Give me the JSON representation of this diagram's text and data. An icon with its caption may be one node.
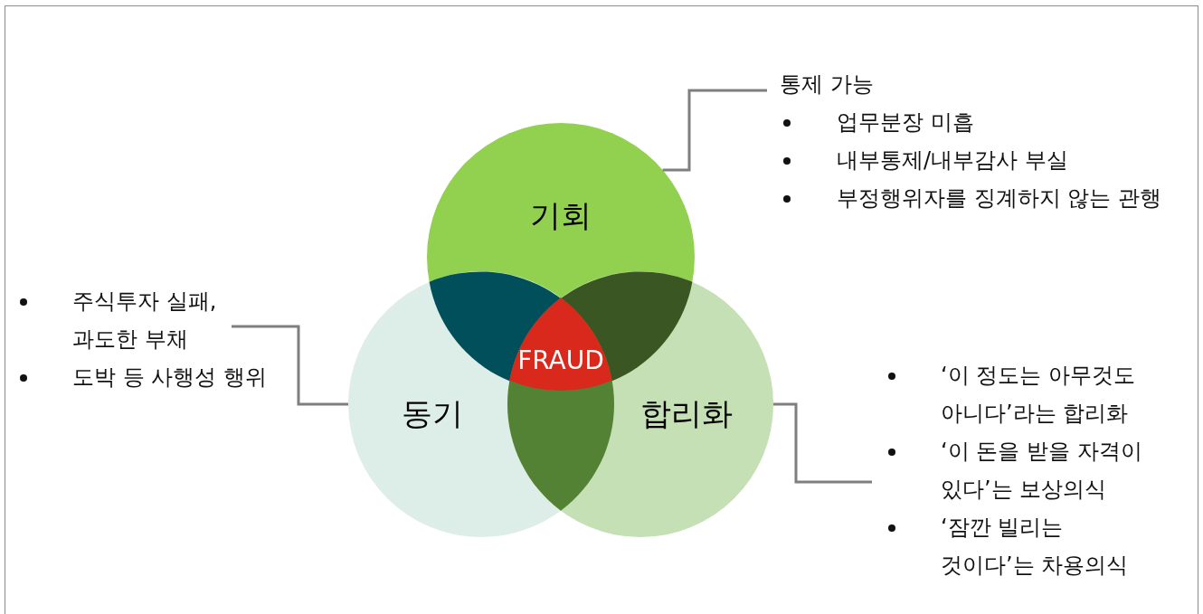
{
  "diagram": {
    "nodes": [
      {
        "text": [
          "기회"
        ]
      },
      {
        "text": [
          "동기"
        ]
      },
      {
        "text": [
          "합리화"
        ]
      },
      {
        "text": [
          "FRAUD"
        ]
      },
      {
        "text": [
          "통제 가능",
          "업무분장 미흡",
          "내부통제/내부감사 부실",
          "부정행위자를 징계하지 않는 관행"
        ]
      },
      {
        "text": [
          "주식투자 실패, 과도한 부채",
          "도박 등 사행성 행위"
        ]
      },
      {
        "text": [
          "‘이 정도는 아무것도 아니다’라는 합리화",
          "‘이 돈을 받을 자격이 있다’는 보상의식",
          "‘잠깐 빌리는 것이다’는 차용의식"
        ]
      }
    ],
    "edges": [
      {
        "from": 4,
        "to": 0,
        "arrow": "none"
      },
      {
        "from": 5,
        "to": 1,
        "arrow": "none"
      },
      {
        "from": 6,
        "to": 2,
        "arrow": "none"
      }
    ]
  }
}
